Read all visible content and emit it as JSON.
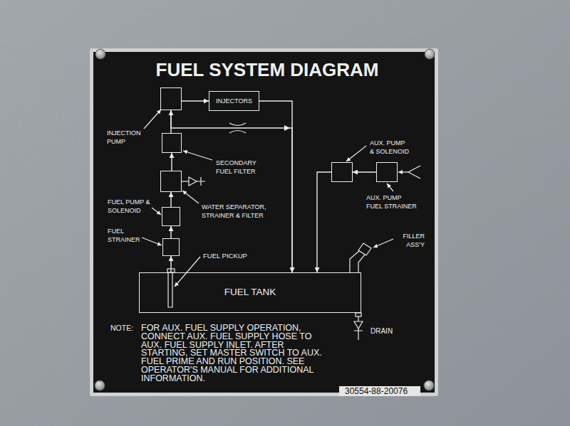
{
  "diagram": {
    "title": "FUEL SYSTEM DIAGRAM",
    "nodes": [
      {
        "text": [
          "INJECTION PUMP"
        ]
      },
      {
        "text": [
          "INJECTORS"
        ]
      },
      {
        "text": [
          "SECONDARY FUEL FILTER"
        ]
      },
      {
        "text": [
          "WATER SEPARATOR, STRAINER & FILTER"
        ]
      },
      {
        "text": [
          "AUX. PUMP & SOLENOID"
        ]
      },
      {
        "text": [
          "AUX. PUMP FUEL STRAINER"
        ]
      },
      {
        "text": [
          "FUEL PUMP & SOLENOID"
        ]
      },
      {
        "text": [
          "FUEL STRAINER"
        ]
      },
      {
        "text": [
          "FUEL TANK"
        ]
      }
    ],
    "edges": [
      {
        "from": 8,
        "to": 7,
        "arrow": "to"
      },
      {
        "from": 7,
        "to": 6,
        "arrow": "to"
      },
      {
        "from": 6,
        "to": 3,
        "arrow": "to"
      },
      {
        "from": 3,
        "to": 2,
        "arrow": "to"
      },
      {
        "from": 2,
        "to": 0,
        "arrow": "to"
      },
      {
        "from": 0,
        "to": 1,
        "arrow": "to"
      },
      {
        "from": 1,
        "to": 8,
        "arrow": "to"
      },
      {
        "from": 0,
        "to": 8,
        "arrow": "to"
      },
      {
        "from": 5,
        "to": 4,
        "arrow": "to"
      },
      {
        "from": 4,
        "to": 8,
        "arrow": "to"
      }
    ],
    "labels": [
      "FUEL PICKUP",
      "FILLER ASS'Y",
      "DRAIN",
      "NOTE:",
      "FOR AUX. FUEL SUPPLY OPERATION, CONNECT AUX. FUEL SUPPLY HOSE TO AUX. FUEL SUPPLY INLET. AFTER STARTING, SET MASTER SWITCH TO AUX. FUEL PRIME AND RUN POSITION. SEE OPERATOR'S MANUAL FOR ADDITIONAL INFORMATION.",
      "30554-88-20076"
    ]
  }
}
